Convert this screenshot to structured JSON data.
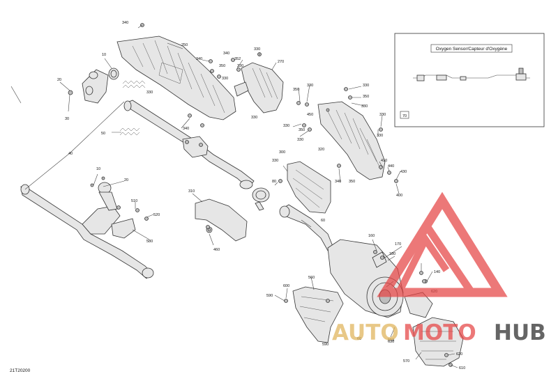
{
  "diagram_code": "21T20200",
  "inset": {
    "title": "Oxygen Sensor/Capteur d'Oxygène",
    "part_number": "70"
  },
  "watermark": {
    "text_a": "AUTO",
    "text_b": "MOTO",
    "text_c": "HUB",
    "color_red": "#e64545",
    "color_gold": "#e0b45a",
    "color_dark": "#2a2a2a"
  },
  "callouts": [
    "340",
    "250",
    "10",
    "20",
    "30",
    "330",
    "50",
    "40",
    "340",
    "340",
    "350",
    "340",
    "330",
    "352",
    "330",
    "330",
    "270",
    "330",
    "350",
    "330",
    "450",
    "330",
    "330",
    "330",
    "350",
    "330",
    "350",
    "330",
    "320",
    "330",
    "410",
    "440",
    "430",
    "400",
    "350",
    "340",
    "300",
    "330",
    "80",
    "10",
    "20",
    "510",
    "520",
    "580",
    "310",
    "460",
    "590",
    "600",
    "560",
    "590",
    "550",
    "160",
    "170",
    "180",
    "140",
    "620",
    "630",
    "570",
    "620",
    "610",
    "60",
    "60"
  ]
}
